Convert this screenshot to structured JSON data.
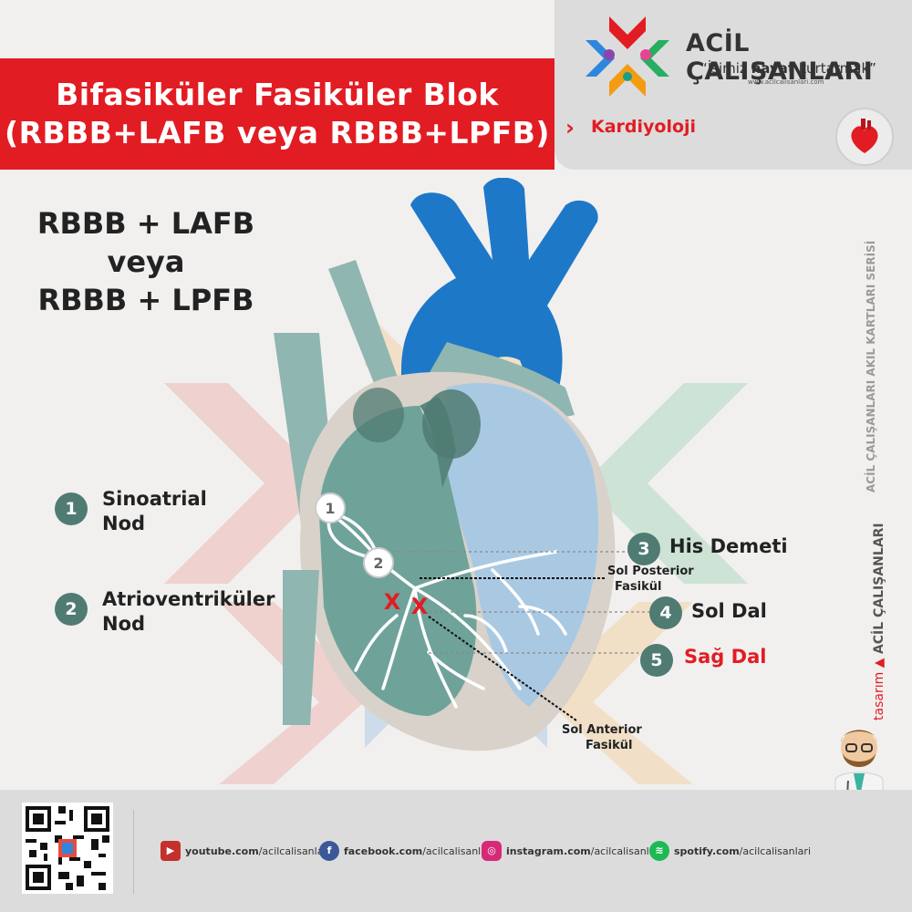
{
  "brand": {
    "name": "ACİL ÇALIŞANLARI",
    "slogan_pre": "“İşimiz ",
    "slogan_bold": "hayat",
    "slogan_post": " kurtarmak”",
    "url": "www.acilcalisanlari.com"
  },
  "title": {
    "line1": "Bifasiküler Fasiküler Blok",
    "line2": "(RBBB+LAFB veya RBBB+LPFB)"
  },
  "category": "Kardiyoloji",
  "combo": {
    "line1": "RBBB + LAFB",
    "line2": "veya",
    "line3": "RBBB + LPFB"
  },
  "nodes": [
    {
      "num": "1",
      "line1": "Sinoatrial",
      "line2": "Nod"
    },
    {
      "num": "2",
      "line1": "Atrioventriküler",
      "line2": "Nod"
    }
  ],
  "right_items": [
    {
      "num": "3",
      "label": "His Demeti"
    },
    {
      "num": "4",
      "label": "Sol Dal"
    },
    {
      "num": "5",
      "label": "Sağ Dal"
    }
  ],
  "fascicles": {
    "posterior_line1": "Sol Posterior",
    "posterior_line2": "Fasikül",
    "anterior_line1": "Sol Anterior",
    "anterior_line2": "Fasikül"
  },
  "diagram_marks": {
    "sa_node": "1",
    "av_node": "2",
    "block_x1": "X",
    "block_x2": "X"
  },
  "side": {
    "series": "ACİL ÇALIŞANLARI AKIL KARTLARI SERİSİ",
    "tasarim": "tasarım",
    "tasarim_brand": "ACİL ÇALIŞANLARI"
  },
  "social": {
    "youtube_domain": "youtube.com",
    "youtube_handle": "/acilcalisanlari",
    "facebook_domain": "facebook.com",
    "facebook_handle": "/acilcalisanlari",
    "instagram_domain": "instagram.com",
    "instagram_handle": "/acilcalisanlari",
    "spotify_domain": "spotify.com",
    "spotify_handle": "/acilcalisanlari"
  },
  "colors": {
    "red": "#e21c23",
    "teal_dark": "#4f7b72",
    "aorta_blue": "#1e78c8",
    "heart_teal": "#8fb6b0",
    "heart_blue": "#a9c9e3",
    "panel_gray": "#dcdcdc"
  },
  "icons": [
    "youtube-icon",
    "facebook-icon",
    "instagram-icon",
    "spotify-icon",
    "heart-icon",
    "logo-icon",
    "doctor-illustration",
    "qr-code"
  ]
}
